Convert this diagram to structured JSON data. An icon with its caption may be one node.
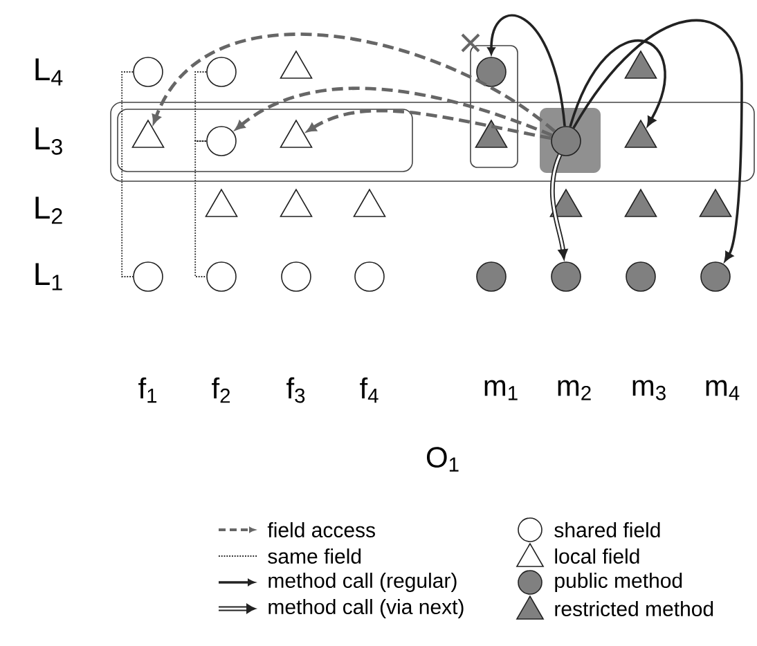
{
  "diagram": {
    "nodes": [
      {
        "text": [],
        "shape": "circle"
      },
      {
        "text": [],
        "shape": "circle"
      },
      {
        "text": [],
        "shape": "triangle"
      },
      {
        "text": [],
        "shape": "box"
      },
      {
        "text": [],
        "shape": "circle",
        "in": 3
      },
      {
        "text": [],
        "shape": "triangle"
      },
      {
        "text": [],
        "shape": "box"
      },
      {
        "text": [],
        "shape": "box",
        "in": 6
      },
      {
        "text": [],
        "shape": "triangle",
        "in": 7
      },
      {
        "text": [],
        "shape": "circle",
        "in": 7
      },
      {
        "text": [],
        "shape": "triangle",
        "in": 7
      },
      {
        "text": [],
        "shape": "triangle"
      },
      {
        "text": [],
        "shape": "box",
        "in": 6
      },
      {
        "text": [],
        "shape": "circle",
        "in": 12
      },
      {
        "text": [],
        "shape": "triangle",
        "in": 6
      },
      {
        "text": [],
        "shape": "triangle"
      },
      {
        "text": [],
        "shape": "triangle"
      },
      {
        "text": [],
        "shape": "triangle"
      },
      {
        "text": [],
        "shape": "triangle"
      },
      {
        "text": [],
        "shape": "triangle"
      },
      {
        "text": [],
        "shape": "triangle"
      },
      {
        "text": [],
        "shape": "circle"
      },
      {
        "text": [],
        "shape": "circle"
      },
      {
        "text": [],
        "shape": "circle"
      },
      {
        "text": [],
        "shape": "circle"
      },
      {
        "text": [],
        "shape": "circle"
      },
      {
        "text": [],
        "shape": "circle"
      },
      {
        "text": [],
        "shape": "circle"
      },
      {
        "text": [],
        "shape": "circle"
      }
    ],
    "edges": [
      {
        "from": 13,
        "to": 8,
        "arrow": "to",
        "style": "dashed",
        "color": "#666666"
      },
      {
        "from": 13,
        "to": 9,
        "arrow": "to",
        "style": "dashed",
        "color": "#666666"
      },
      {
        "from": 13,
        "to": 10,
        "arrow": "to",
        "style": "dashed",
        "color": "#666666"
      },
      {
        "from": 13,
        "to": 4,
        "arrow": "to"
      },
      {
        "from": 13,
        "to": 14,
        "arrow": "to"
      },
      {
        "from": 13,
        "to": 28,
        "arrow": "to"
      },
      {
        "from": 13,
        "to": 26,
        "arrow": "to",
        "style": "thick"
      },
      {
        "from": 0,
        "to": 21,
        "arrow": "none",
        "style": "dashed"
      },
      {
        "from": 1,
        "to": 9,
        "arrow": "none",
        "style": "dashed"
      },
      {
        "from": 9,
        "to": 22,
        "arrow": "none",
        "style": "dashed"
      }
    ],
    "labels": [
      "L$_{4}$",
      "L$_{3}$",
      "L$_{2}$",
      "L$_{1}$",
      "f$_{1}$",
      "f$_{2}$",
      "f$_{3}$",
      "f$_{4}$",
      "m$_{1}$",
      "m$_{2}$",
      "m$_{3}$",
      "m$_{4}$",
      "O$_{1}$"
    ],
    "legend": [
      {
        "text": "field access"
      },
      {
        "text": "same field"
      },
      {
        "text": "method call (regular)"
      },
      {
        "text": "method call (via next)"
      },
      {
        "text": "shared field"
      },
      {
        "text": "local field"
      },
      {
        "text": "public method"
      },
      {
        "text": "restricted method"
      }
    ]
  }
}
